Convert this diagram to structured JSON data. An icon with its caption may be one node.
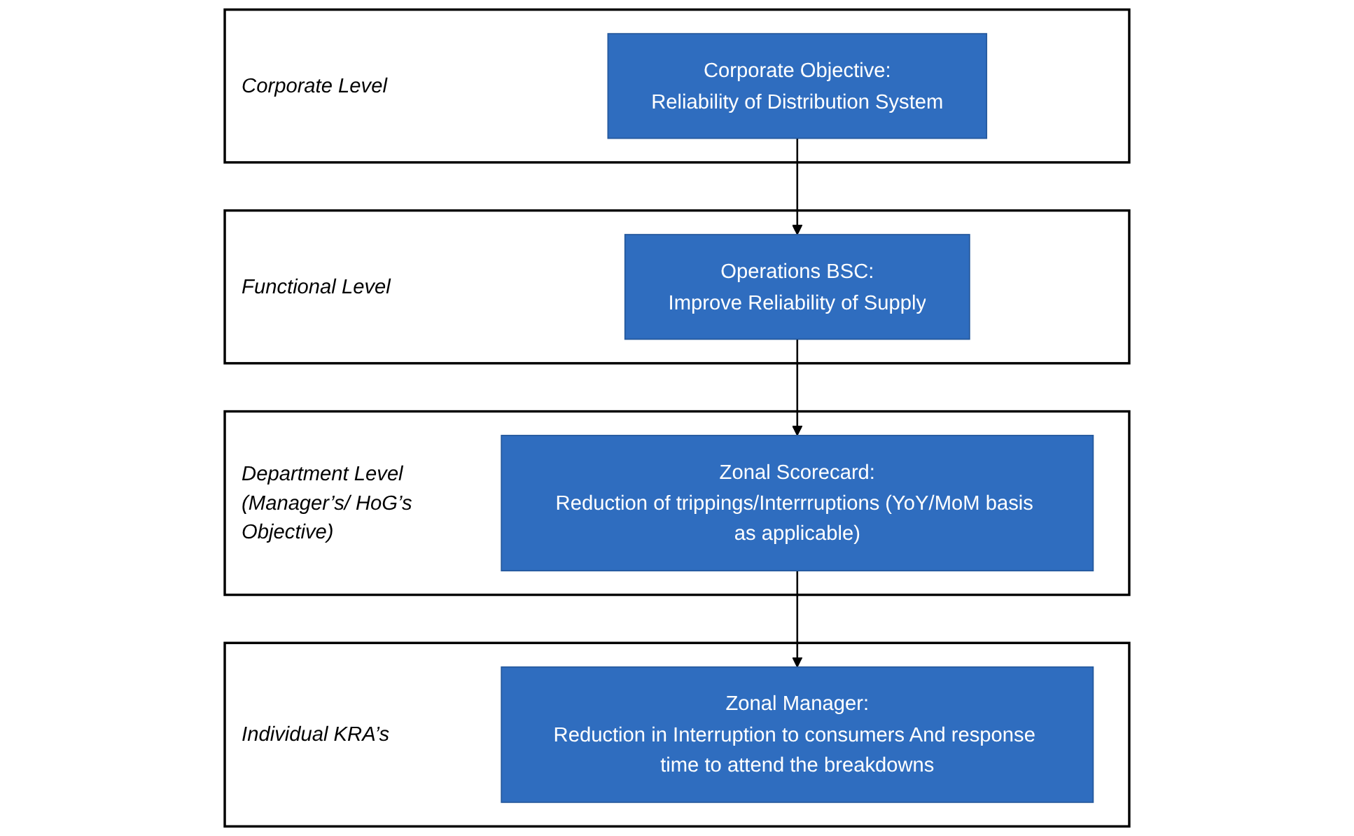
{
  "diagram": {
    "nodes": [
      {
        "text": [
          "Corporate Level"
        ]
      },
      {
        "text": [
          "Corporate Objective:",
          "Reliability of Distribution System"
        ],
        "in": 0
      },
      {
        "text": [
          "Functional Level"
        ]
      },
      {
        "text": [
          "Operations BSC:",
          "Improve Reliability of Supply"
        ],
        "in": 2
      },
      {
        "text": [
          "Department Level (Manager’s/ HoG’s Objective)"
        ]
      },
      {
        "text": [
          "Zonal Scorecard:",
          "Reduction of trippings/Interrruptions (YoY/MoM basis as applicable)"
        ],
        "in": 4
      },
      {
        "text": [
          "Individual KRA’s"
        ]
      },
      {
        "text": [
          "Zonal Manager:",
          "Reduction in Interruption to consumers And response time to attend the breakdowns"
        ],
        "in": 6
      }
    ],
    "edges": [
      {
        "from": 1,
        "to": 3,
        "arrow": "to"
      },
      {
        "from": 3,
        "to": 5,
        "arrow": "to"
      },
      {
        "from": 5,
        "to": 7,
        "arrow": "to"
      }
    ]
  }
}
